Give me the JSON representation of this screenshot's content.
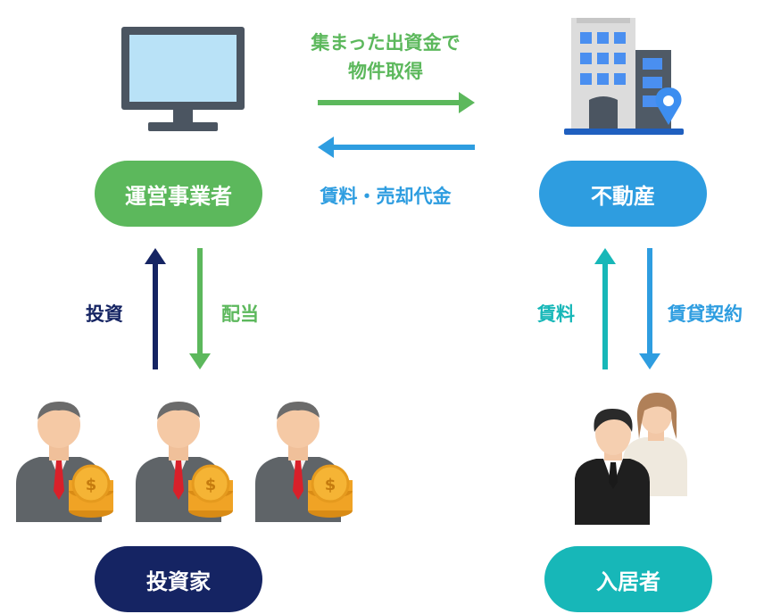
{
  "nodes": {
    "operator": "運営事業者",
    "property": "不動産",
    "investors": "投資家",
    "tenants": "入居者"
  },
  "flows": {
    "acquisition_line1": "集まった出資金で",
    "acquisition_line2": "物件取得",
    "rent_and_sale": "賃料・売却代金",
    "investment": "投資",
    "dividend": "配当",
    "rent": "賃料",
    "lease_contract": "賃貸契約"
  },
  "colors": {
    "green": "#5cb85c",
    "blue": "#2e9de0",
    "navy": "#152463",
    "teal": "#17b7b8"
  },
  "icons": [
    "monitor-icon",
    "building-icon",
    "investor-icon",
    "coins-icon",
    "tenants-icon",
    "location-pin-icon"
  ]
}
